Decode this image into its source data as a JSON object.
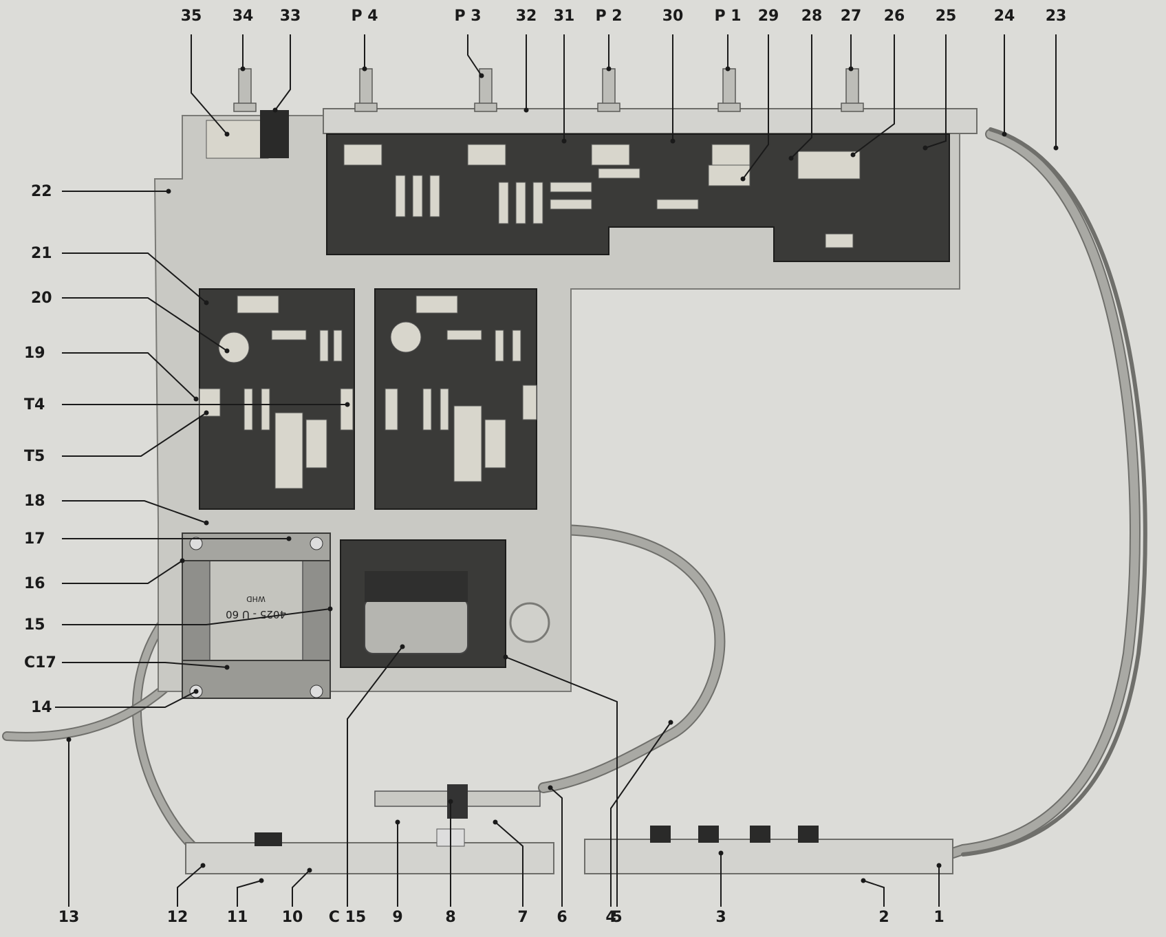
{
  "diagram": {
    "labels": [
      "1",
      "2",
      "3",
      "4",
      "5",
      "6",
      "7",
      "8",
      "9",
      "C 15",
      "10",
      "11",
      "12",
      "13",
      "14",
      "C17",
      "15",
      "16",
      "17",
      "18",
      "T5",
      "T4",
      "19",
      "20",
      "21",
      "22",
      "23",
      "24",
      "25",
      "26",
      "27",
      "28",
      "29",
      "P 1",
      "30",
      "P 2",
      "31",
      "32",
      "P 3",
      "P 4",
      "33",
      "34",
      "35"
    ],
    "transformer_marking": "4025 - U 60",
    "transformer_brand": "WHD"
  }
}
